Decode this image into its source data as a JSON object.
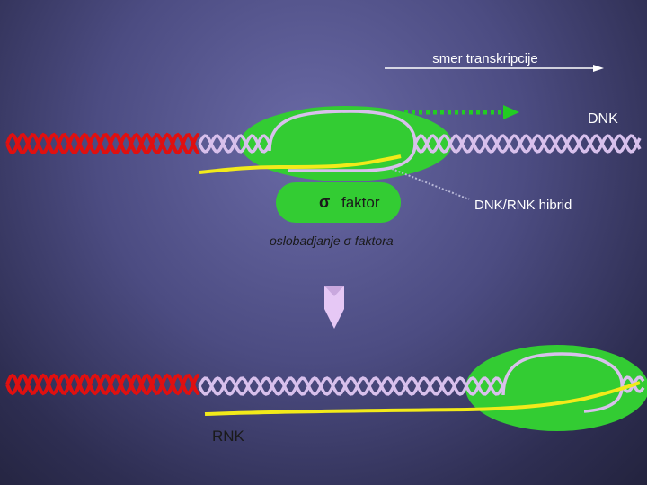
{
  "labels": {
    "direction": "smer transkripcije",
    "dna": "DNK",
    "sigma_symbol": "σ",
    "sigma_factor": "faktor",
    "hybrid": "DNK/RNK hibrid",
    "release_prefix": "oslobadjanje ",
    "release_sigma": "σ",
    "release_suffix": " faktora",
    "rna": "RNK"
  },
  "colors": {
    "upstream_dna": "#e01010",
    "downstream_dna": "#d8c0ec",
    "rna": "#f2ea1a",
    "polymerase": "#33cc33",
    "arrow_green": "#22cc22",
    "down_arrow": "#e6c8f5"
  },
  "icons": {
    "step_arrow": "down-arrow-icon",
    "direction_arrow": "right-arrow-icon"
  }
}
